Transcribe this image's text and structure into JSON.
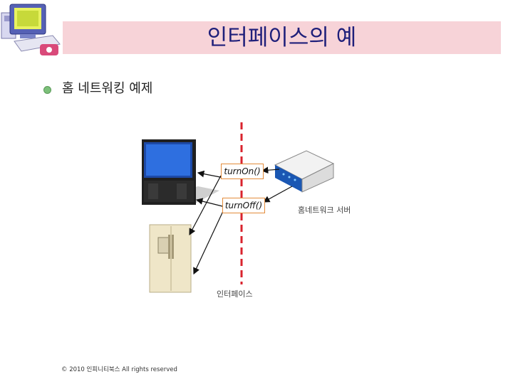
{
  "slide": {
    "title": "인터페이스의 예",
    "bullet": "홈 네트워킹 예제",
    "footer": "© 2010 인피니티북스 All rights reserved"
  },
  "diagram": {
    "method_on": "turnOn()",
    "method_off": "turnOff()",
    "server_label": "홈네트워크 서버",
    "interface_label": "인터페이스"
  },
  "colors": {
    "title_band": "#f7d3d8",
    "title_text": "#1f1f7a",
    "dashed_line": "#d9232d",
    "method_border": "#e38b3a",
    "bullet": "#7cc07a"
  },
  "icons": [
    "computer-logo-icon",
    "tv-icon",
    "refrigerator-icon",
    "router-icon"
  ]
}
